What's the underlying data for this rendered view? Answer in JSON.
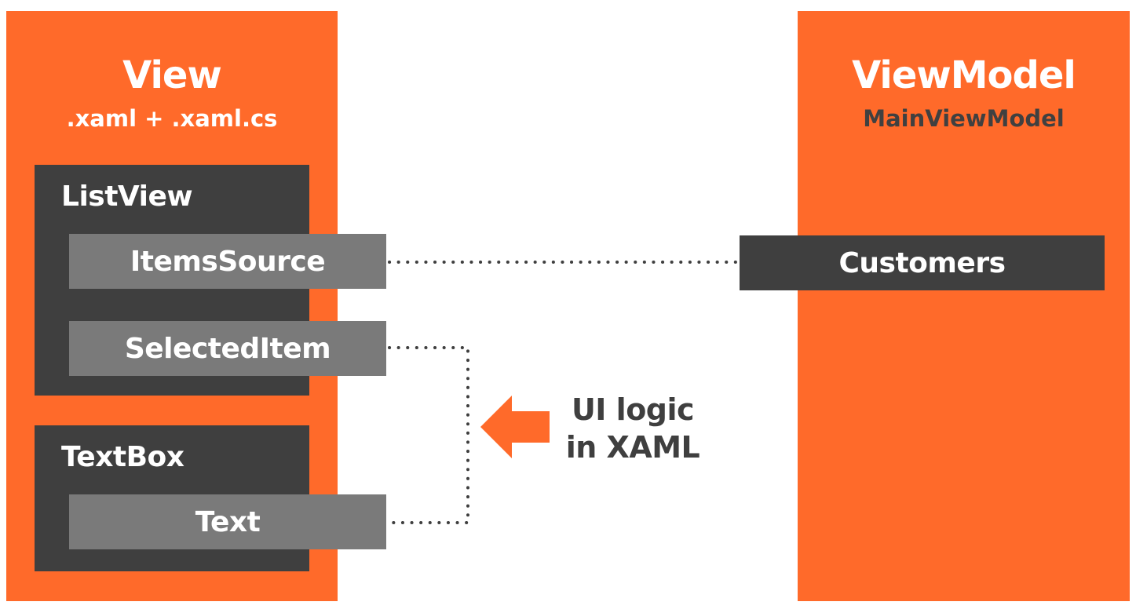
{
  "view": {
    "title": "View",
    "subtitle": ".xaml + .xaml.cs",
    "listview": {
      "title": "ListView",
      "props": [
        "ItemsSource",
        "SelectedItem"
      ]
    },
    "textbox": {
      "title": "TextBox",
      "props": [
        "Text"
      ]
    }
  },
  "viewmodel": {
    "title": "ViewModel",
    "subtitle": "MainViewModel",
    "props": [
      "Customers"
    ]
  },
  "annotation": {
    "line1": "UI logic",
    "line2": "in XAML"
  },
  "colors": {
    "accent": "#ff6a2a",
    "dark": "#3f3f3f",
    "grey": "#7a7a7a",
    "connector": "#3f3f3f"
  }
}
